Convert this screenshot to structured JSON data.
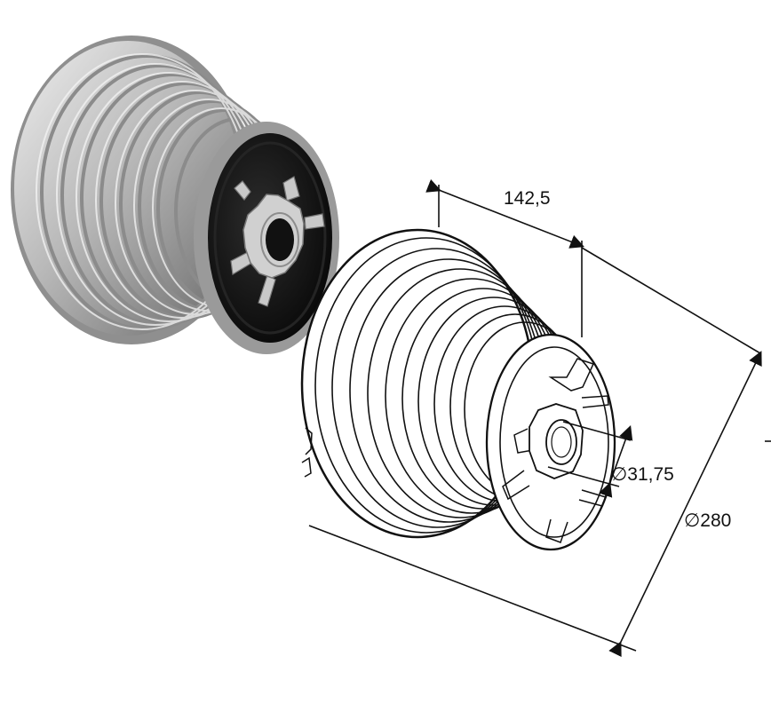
{
  "figure": {
    "colors": {
      "background": "#ffffff",
      "drum_metal_light": "#d9d9d9",
      "drum_metal_mid": "#a8a8a8",
      "drum_metal_dark": "#5f5f5f",
      "drum_end_black": "#111111",
      "line_drawing": "#111111"
    },
    "photo_view": {
      "name": "cable drum photo render"
    },
    "line_view": {
      "name": "cable drum line drawing"
    },
    "dimensions": {
      "length": "142,5",
      "bore_diameter": "∅31,75",
      "outer_diameter": "∅280"
    }
  }
}
